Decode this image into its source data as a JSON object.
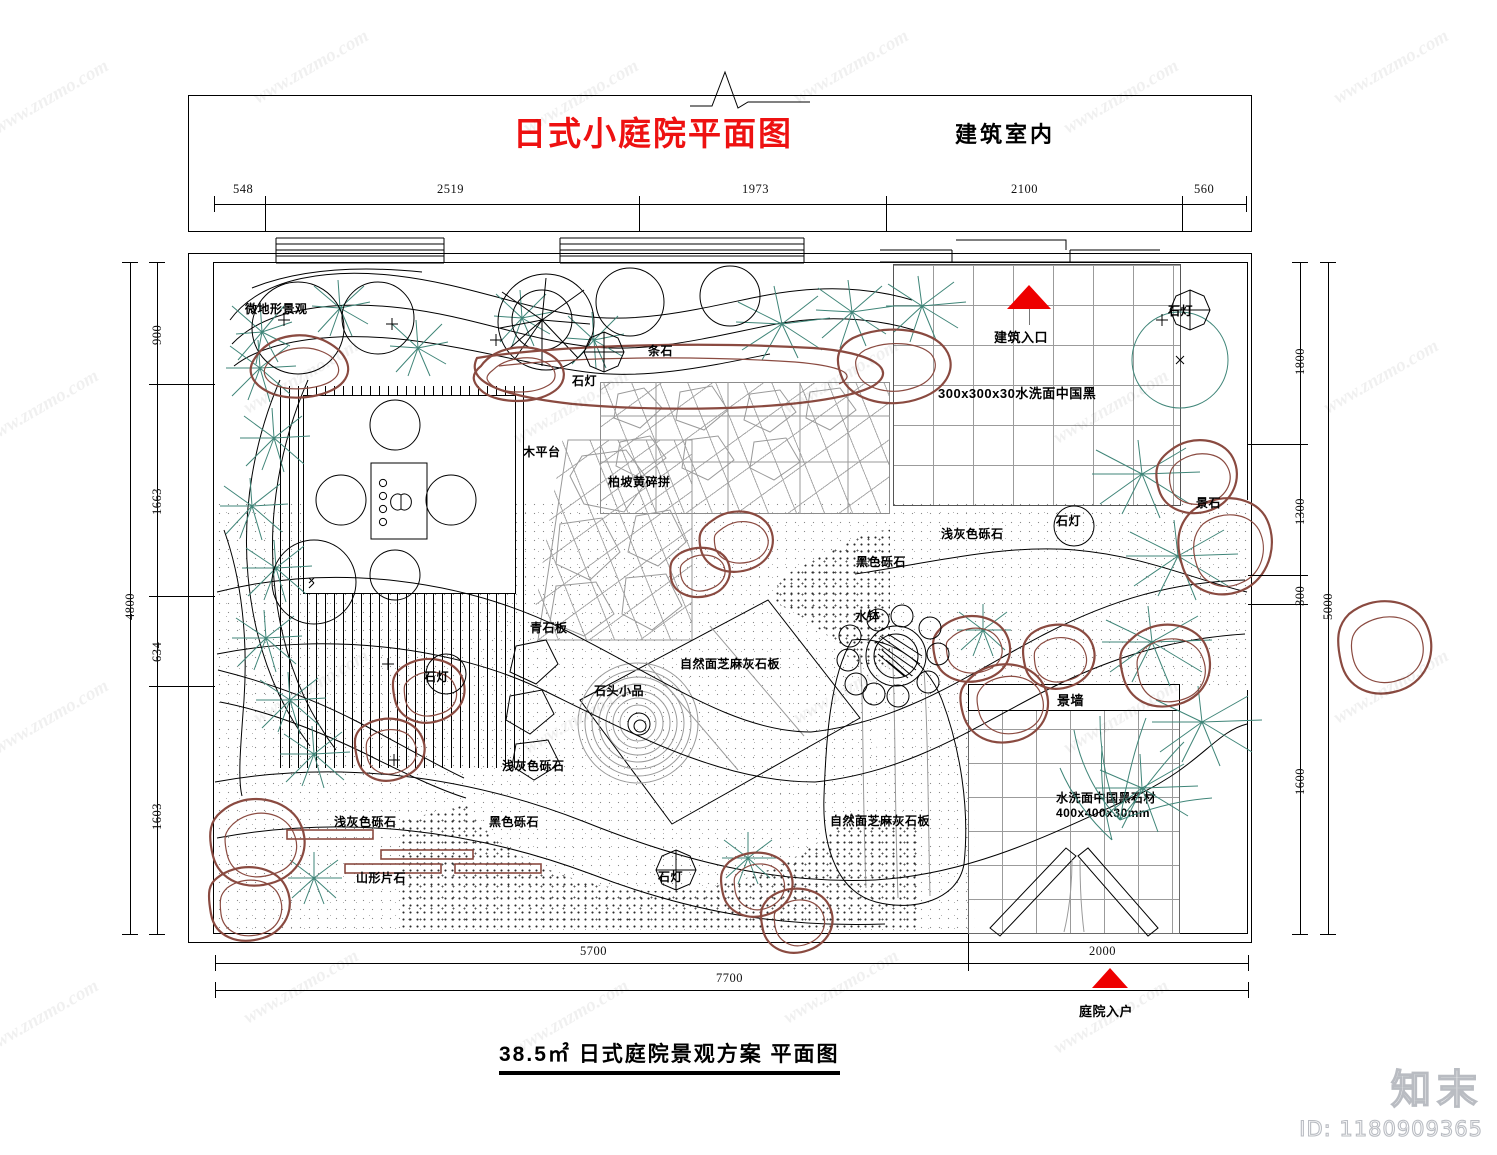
{
  "drawing": {
    "main_title": "日式小庭院平面图",
    "interior_label": "建筑室内",
    "bottom_title": "38.5㎡  日式庭院景观方案  平面图"
  },
  "dimensions": {
    "top": [
      "548",
      "2519",
      "1973",
      "2100",
      "560"
    ],
    "left": [
      "900",
      "1663",
      "634",
      "1603"
    ],
    "left_total": "4800",
    "right": [
      "1800",
      "1300",
      "300",
      "1600"
    ],
    "right_total": "5000",
    "bottom": [
      "5700",
      "2000"
    ],
    "bottom_total": "7700"
  },
  "entries": {
    "building_entrance": "建筑入口",
    "garden_entrance": "庭院入户"
  },
  "labels": [
    {
      "key": "micro-terrain",
      "text": "微地形景观"
    },
    {
      "key": "strip-stone",
      "text": "条石"
    },
    {
      "key": "stone-lantern-1",
      "text": "石灯"
    },
    {
      "key": "stone-lantern-2",
      "text": "石灯"
    },
    {
      "key": "stone-lantern-3",
      "text": "石灯"
    },
    {
      "key": "stone-lantern-4",
      "text": "石灯"
    },
    {
      "key": "stone-lantern-5",
      "text": "石灯"
    },
    {
      "key": "wood-deck",
      "text": "木平台"
    },
    {
      "key": "baipo-yellow-paving",
      "text": "柏坡黄碎拼"
    },
    {
      "key": "bluestone-slab",
      "text": "青石板"
    },
    {
      "key": "stone-ornament",
      "text": "石头小品"
    },
    {
      "key": "natural-sesame-slab-1",
      "text": "自然面芝麻灰石板"
    },
    {
      "key": "natural-sesame-slab-2",
      "text": "自然面芝麻灰石板"
    },
    {
      "key": "black-gravel-1",
      "text": "黑色砾石"
    },
    {
      "key": "black-gravel-2",
      "text": "黑色砾石"
    },
    {
      "key": "light-gray-gravel-1",
      "text": "浅灰色砾石"
    },
    {
      "key": "light-gray-gravel-2",
      "text": "浅灰色砾石"
    },
    {
      "key": "light-gray-gravel-3",
      "text": "浅灰色砾石"
    },
    {
      "key": "water-basin",
      "text": "水钵"
    },
    {
      "key": "feature-stone",
      "text": "景石"
    },
    {
      "key": "scenery-wall",
      "text": "景墙"
    },
    {
      "key": "mountain-flake-stone",
      "text": "山形片石"
    }
  ],
  "materials": {
    "entrance_paving": "300x300x30水洗面中国黑",
    "garden_paving_line1": "水洗面中国黑石材",
    "garden_paving_line2": "400x400x30mm"
  },
  "watermark": {
    "tile_text": "www.znzmo.com",
    "brand": "知末",
    "id": "ID: 1180909365"
  },
  "colors": {
    "title_red": "#ee1111",
    "arrow_red": "#ee0000",
    "stone_outline": "#8a4a40",
    "plant_green": "#3f8578",
    "line_black": "#000000"
  }
}
